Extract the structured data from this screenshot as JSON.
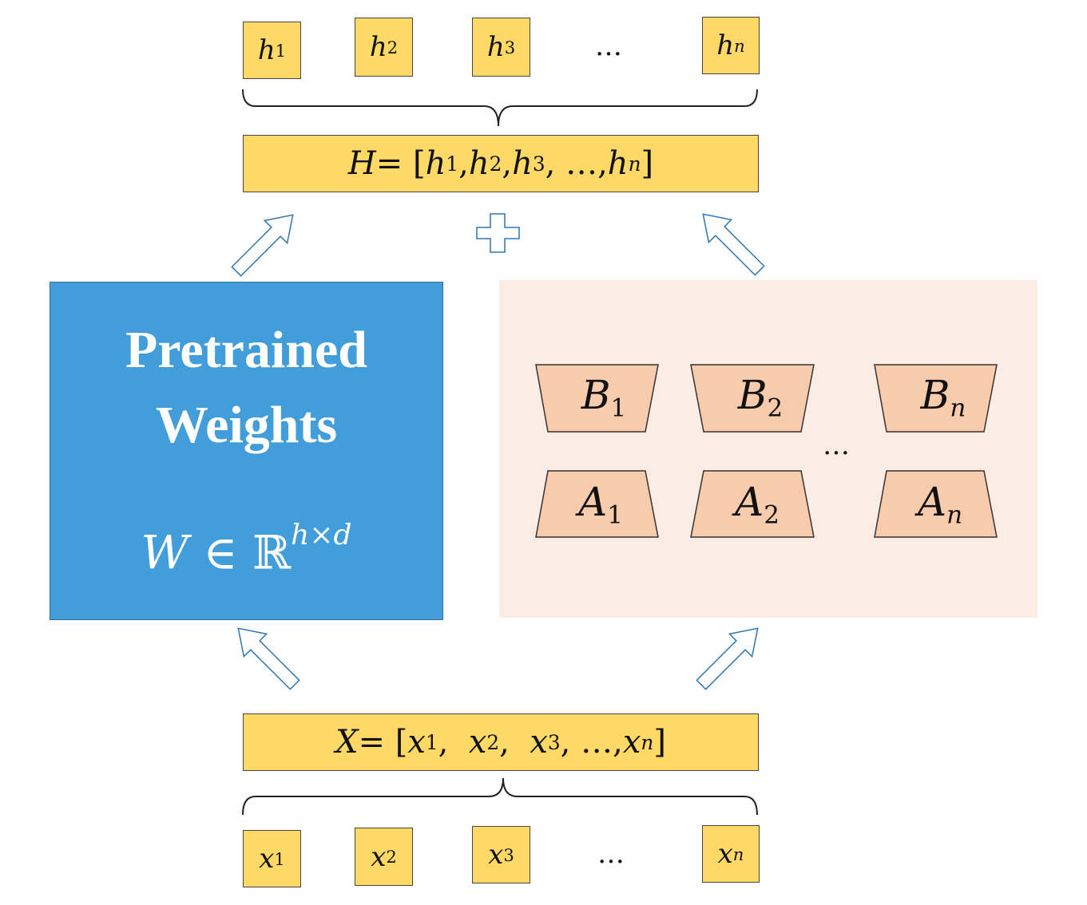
{
  "top_tokens": [
    {
      "base": "h",
      "sub": "1"
    },
    {
      "base": "h",
      "sub": "2"
    },
    {
      "base": "h",
      "sub": "3"
    },
    {
      "base": "h",
      "sub": "n"
    }
  ],
  "top_dots": "…",
  "output_vector": {
    "lhs": "H",
    "eq": " = [",
    "items": [
      "h",
      "1",
      ", ",
      "h",
      "2",
      ", ",
      "h",
      "3",
      ", …, ",
      "h",
      "n",
      "]"
    ]
  },
  "pretrained": {
    "title": "Pretrained\nWeights",
    "formula_W": "W",
    "formula_in": " ∈ ℝ",
    "formula_sup": "h×d"
  },
  "adapters": {
    "B": [
      {
        "base": "B",
        "sub": "1"
      },
      {
        "base": "B",
        "sub": "2"
      },
      {
        "base": "B",
        "sub": "n"
      }
    ],
    "A": [
      {
        "base": "A",
        "sub": "1"
      },
      {
        "base": "A",
        "sub": "2"
      },
      {
        "base": "A",
        "sub": "n"
      }
    ],
    "dots": "…"
  },
  "input_vector": {
    "lhs": "X",
    "eq": " = [",
    "items": [
      "x",
      "1",
      ",  ",
      "x",
      "2",
      ",  ",
      "x",
      "3",
      ", …, ",
      "x",
      "n",
      "]"
    ]
  },
  "bottom_tokens": [
    {
      "base": "x",
      "sub": "1"
    },
    {
      "base": "x",
      "sub": "2"
    },
    {
      "base": "x",
      "sub": "3"
    },
    {
      "base": "x",
      "sub": "n"
    }
  ],
  "bottom_dots": "…",
  "colors": {
    "token_fill": "#FFD966",
    "pretrained_fill": "#429DDB",
    "adapter_panel": "#FBEDE3",
    "adapter_fill": "#F8CBAD"
  }
}
